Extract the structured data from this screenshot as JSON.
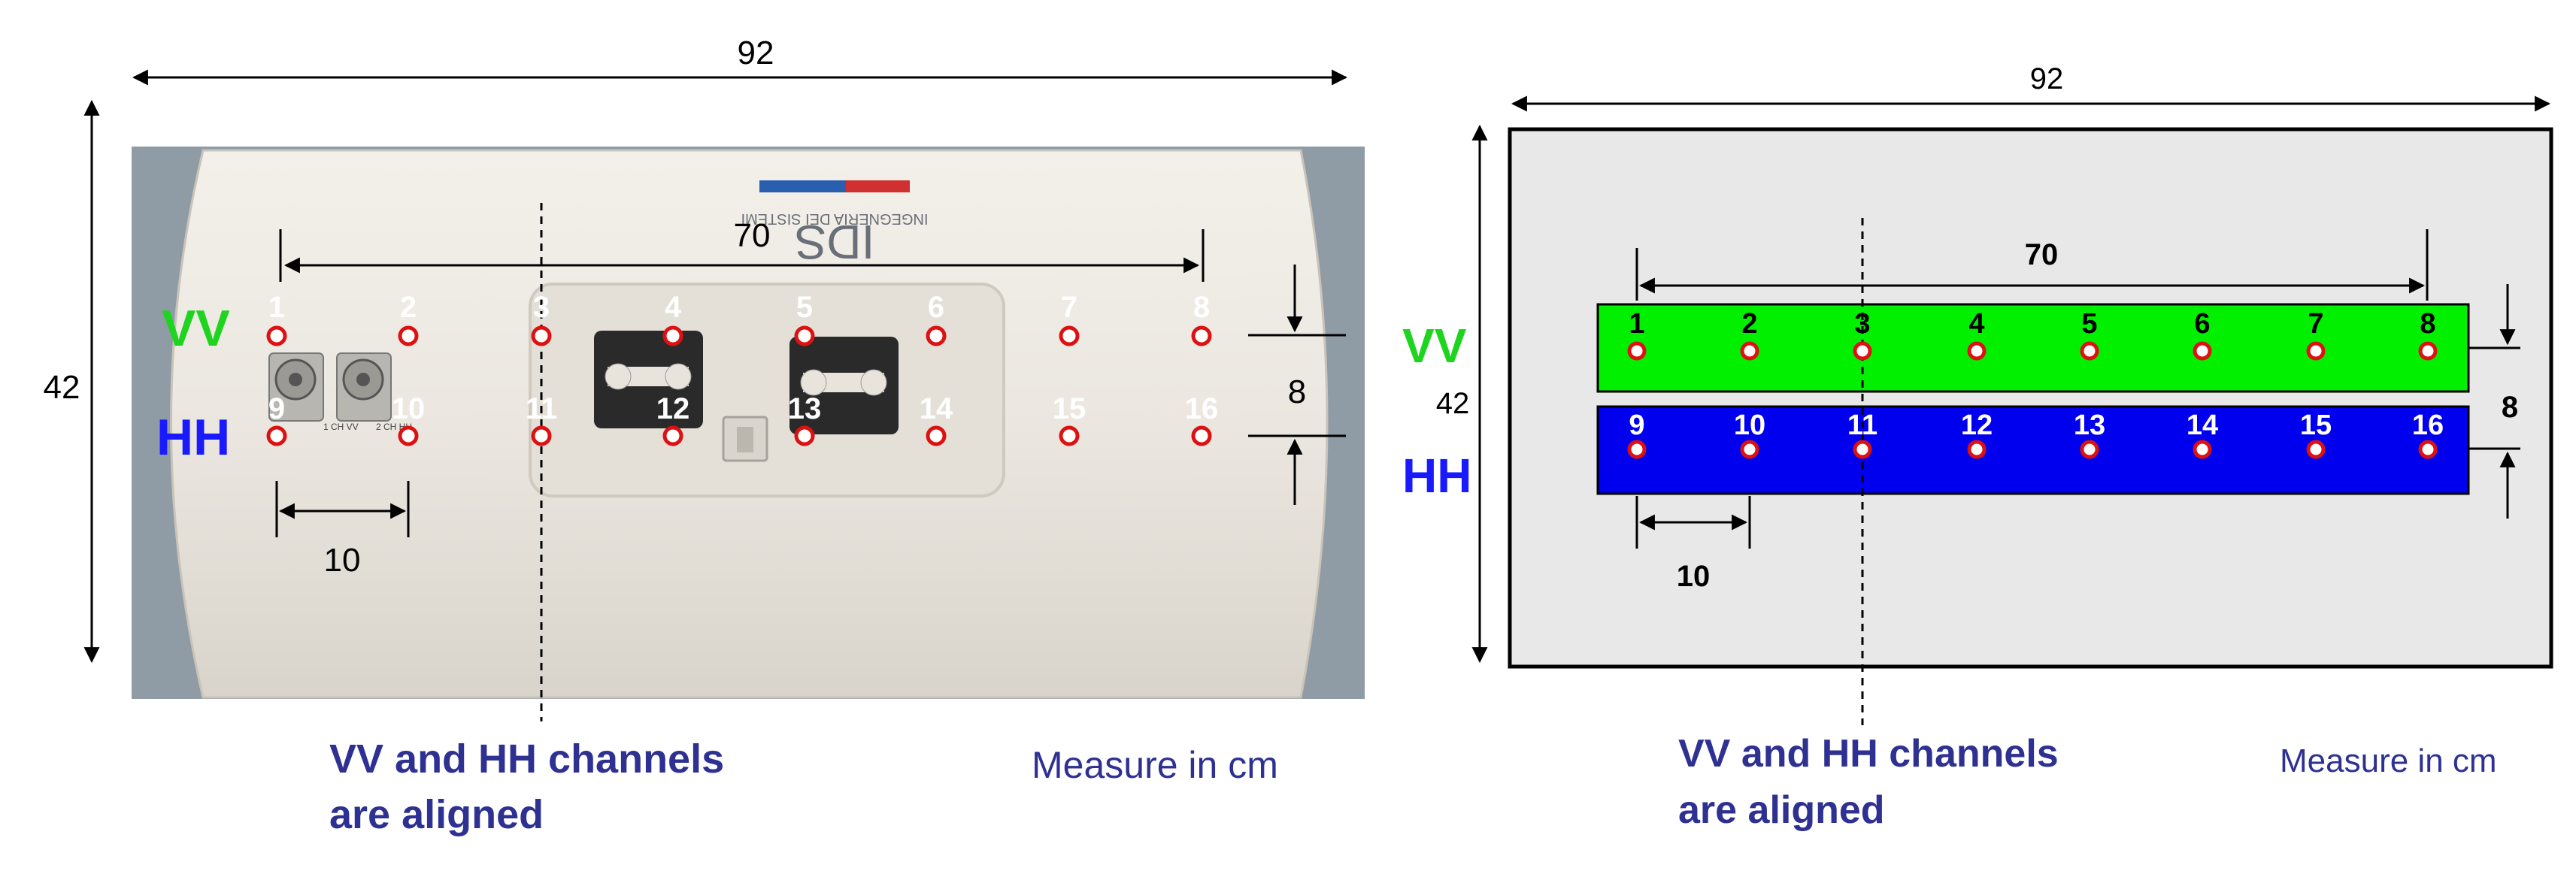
{
  "left_panel": {
    "width_label": "92",
    "height_label": "42",
    "span_label": "70",
    "spacing_label": "10",
    "gap_label": "8",
    "vv_label": "VV",
    "hh_label": "HH",
    "vv_numbers": [
      "1",
      "2",
      "3",
      "4",
      "5",
      "6",
      "7",
      "8"
    ],
    "hh_numbers": [
      "9",
      "10",
      "11",
      "12",
      "13",
      "14",
      "15",
      "16"
    ],
    "logo_text": "IDS",
    "logo_subtext": "INGEGNERIA DEI SISTEMI",
    "port_labels": [
      "1 CH VV",
      "2 CH HH"
    ],
    "caption_line1": "VV and HH channels",
    "caption_line2": "are aligned",
    "measure_note": "Measure in cm"
  },
  "right_panel": {
    "width_label": "92",
    "height_label": "42",
    "span_label": "70",
    "spacing_label": "10",
    "gap_label": "8",
    "vv_label": "VV",
    "hh_label": "HH",
    "vv_numbers": [
      "1",
      "2",
      "3",
      "4",
      "5",
      "6",
      "7",
      "8"
    ],
    "hh_numbers": [
      "9",
      "10",
      "11",
      "12",
      "13",
      "14",
      "15",
      "16"
    ],
    "caption_line1": "VV and HH channels",
    "caption_line2": "are aligned",
    "measure_note": "Measure in cm"
  },
  "colors": {
    "vv_green": "#1fd41f",
    "hh_blue": "#1a1aff",
    "caption_navy": "#2e3192",
    "bar_green": "#00f000",
    "bar_blue": "#0000ee",
    "board_grey": "#e8e8e8",
    "antenna_body": "#e9e5de",
    "marker_red": "#dd1111"
  }
}
